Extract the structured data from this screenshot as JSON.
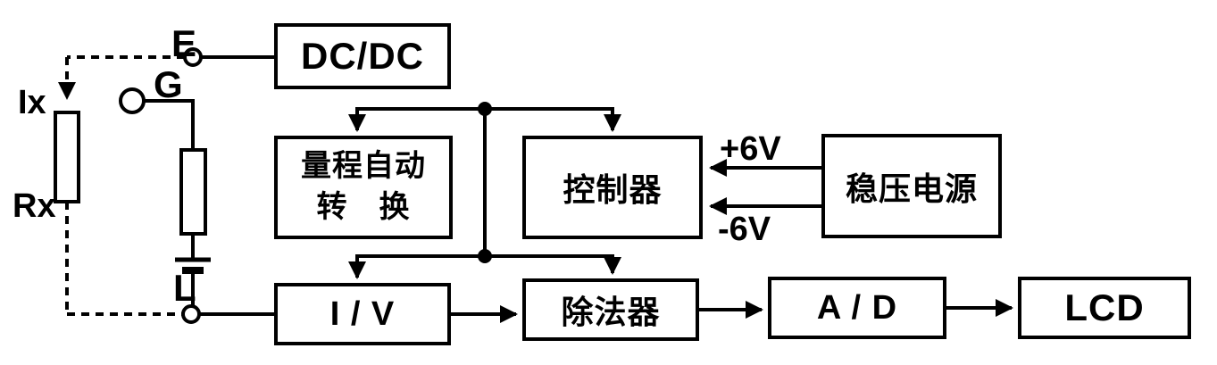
{
  "blocks": {
    "dcdc": "DC/DC",
    "range_line1": "量程自动",
    "range_line2": "转　换",
    "controller": "控制器",
    "power_supply": "稳压电源",
    "iv_converter": "I / V",
    "divider": "除法器",
    "ad_converter": "A / D",
    "lcd": "LCD"
  },
  "labels": {
    "terminal_e": "E",
    "terminal_g": "G",
    "terminal_l": "L",
    "current_ix": "Ix",
    "resistor_rx": "Rx",
    "plus_6v": "+6V",
    "minus_6v": "-6V"
  },
  "colors": {
    "ink": "#000000",
    "paper": "#ffffff"
  }
}
